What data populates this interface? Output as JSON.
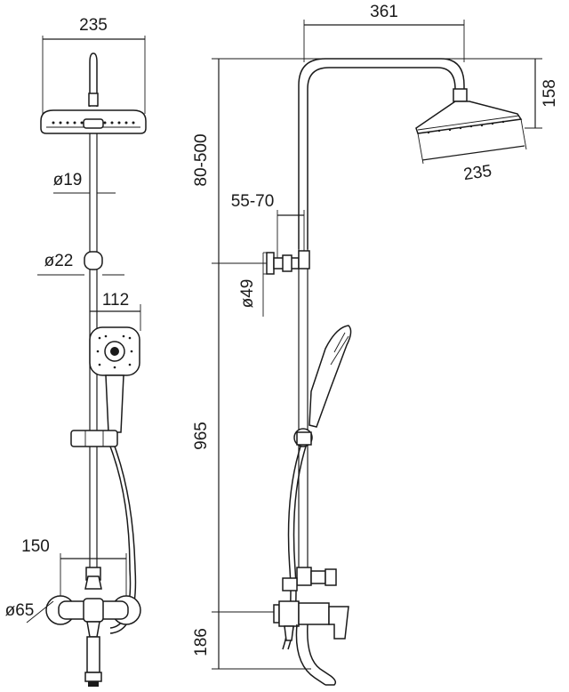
{
  "front_view": {
    "head_width": "235",
    "pipe_diameter": "ø19",
    "holder_diameter": "ø22",
    "hand_shower_width": "112",
    "inlet_spacing": "150",
    "flange_diameter": "ø65"
  },
  "side_view": {
    "arm_reach": "361",
    "head_drop": "158",
    "head_width": "235",
    "height_range": "80-500",
    "wall_offset": "55-70",
    "bracket_diameter": "ø49",
    "rail_height": "965",
    "mixer_height": "186"
  }
}
